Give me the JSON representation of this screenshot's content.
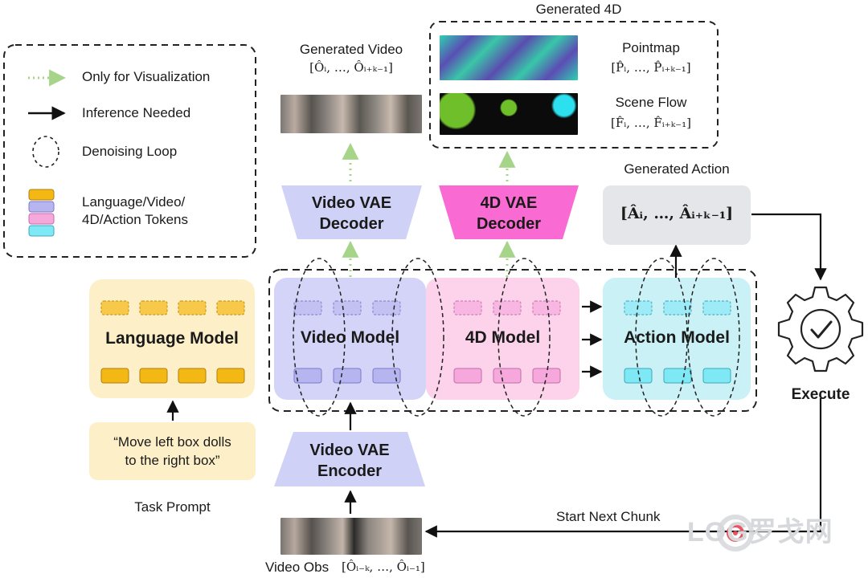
{
  "legend": {
    "items": [
      {
        "label": "Only for Visualization"
      },
      {
        "label": "Inference Needed"
      },
      {
        "label": "Denoising Loop"
      },
      {
        "label": "Language/Video/"
      },
      {
        "label": "4D/Action Tokens"
      }
    ]
  },
  "models": {
    "language": "Language Model",
    "video": "Video Model",
    "fourd": "4D Model",
    "action": "Action Model"
  },
  "vae": {
    "video_decoder_l1": "Video VAE",
    "video_decoder_l2": "Decoder",
    "fourd_decoder_l1": "4D VAE",
    "fourd_decoder_l2": "Decoder",
    "video_encoder_l1": "Video VAE",
    "video_encoder_l2": "Encoder"
  },
  "generated_video": {
    "title": "Generated Video",
    "formula": "[Ôᵢ, …, Ôᵢ₊ₖ₋₁]"
  },
  "generated_4d": {
    "title": "Generated 4D",
    "pointmap": "Pointmap",
    "pointmap_formula": "[P̂ᵢ, …, P̂ᵢ₊ₖ₋₁]",
    "sceneflow": "Scene Flow",
    "sceneflow_formula": "[F̂ᵢ, …, F̂ᵢ₊ₖ₋₁]"
  },
  "generated_action": {
    "title": "Generated Action",
    "formula": "[Âᵢ, …, Âᵢ₊ₖ₋₁]"
  },
  "prompt": {
    "line1": "“Move left box dolls",
    "line2": "to the right box”",
    "caption": "Task Prompt"
  },
  "execute": "Execute",
  "next_chunk": "Start Next Chunk",
  "video_obs": {
    "label": "Video Obs",
    "formula": "[Ôᵢ₋ₖ, …, Ôᵢ₋₁]"
  },
  "watermark": {
    "text": "LOG罗戈网"
  },
  "colors": {
    "language": "#fdf0c8",
    "video": "#d3d4f7",
    "fourd": "#fcd3ea",
    "action": "#c9f1f6",
    "vae_video": "#cfd1f6",
    "vae_4d": "#f96ad2",
    "action_out": "#e4e6ea",
    "green_dotted": "#a6d58a"
  }
}
